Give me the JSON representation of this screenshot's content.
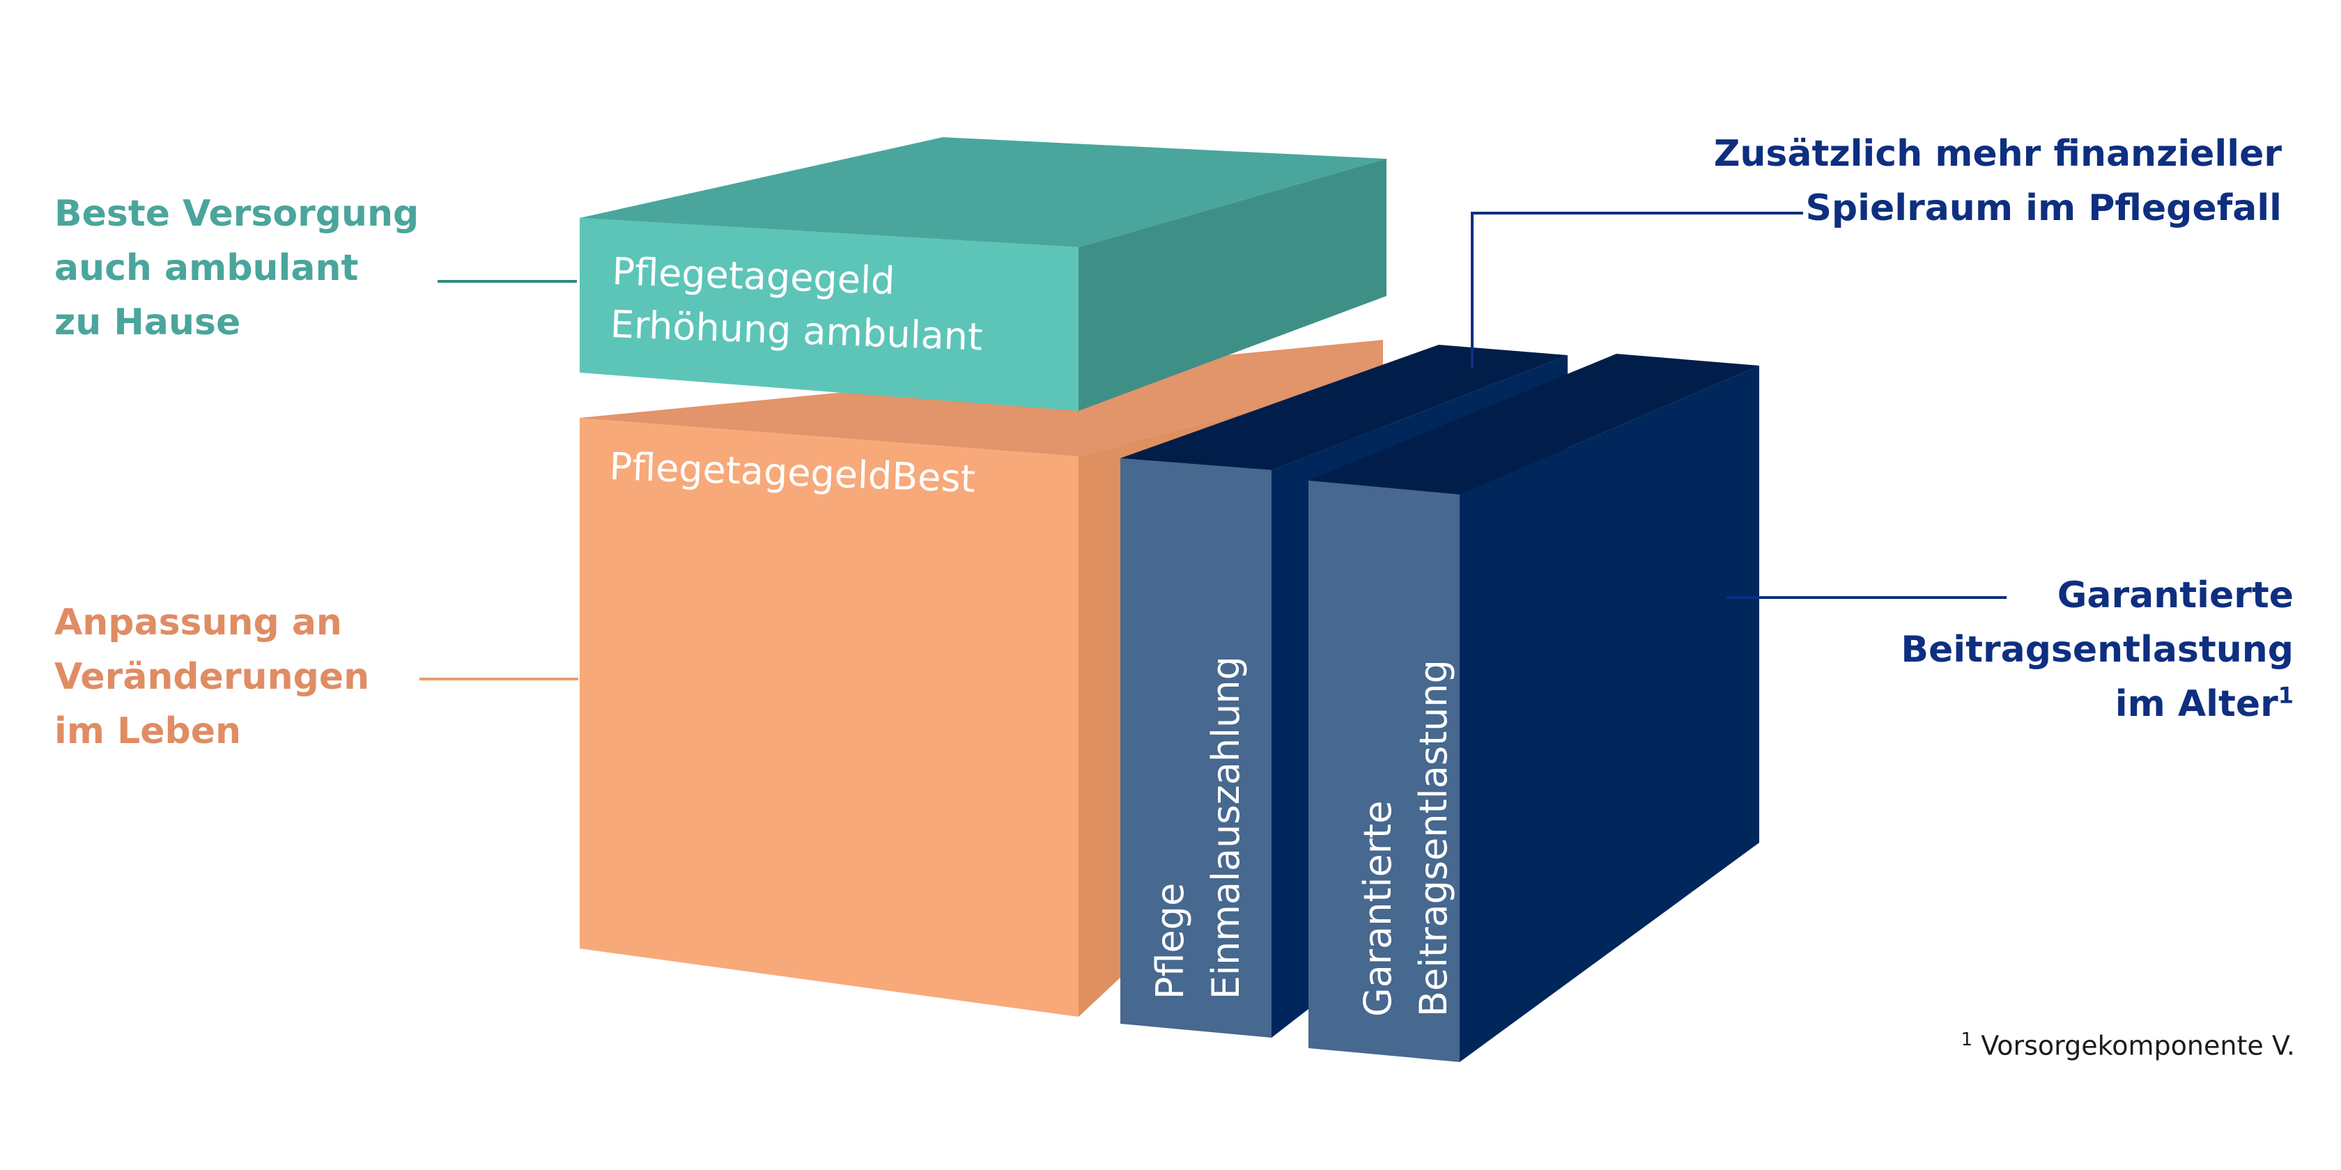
{
  "callouts": {
    "teal": {
      "lines": [
        "Beste Versorgung",
        "auch ambulant",
        "zu Hause"
      ],
      "color": "#4aa59c"
    },
    "orange": {
      "lines": [
        "Anpassung an",
        "Veränderungen",
        "im Leben"
      ],
      "color": "#e08c64"
    },
    "navy_top": {
      "lines": [
        "Zusätzlich mehr finanzieller",
        "Spielraum im Pflegefall"
      ],
      "color": "#0e2f80"
    },
    "navy_right": {
      "lines": [
        "Garantierte",
        "Beitragsentlastung",
        "im Alter"
      ],
      "sup": "1",
      "color": "#0e2f80"
    }
  },
  "blocks": {
    "teal": {
      "lines": [
        "Pflegetagegeld",
        "Erhöhung ambulant"
      ],
      "front": "#5cc5b8",
      "top": "#4aa69d",
      "side": "#3e9087"
    },
    "orange": {
      "lines": [
        "PflegetagegeldBest"
      ],
      "front": "#f7a97a",
      "top": "#e2946a",
      "side": "#df9060"
    },
    "pflege": {
      "lines": [
        "Pflege",
        "Einmalauszahlung"
      ],
      "front": "#47688f",
      "top": "#001e49",
      "side": "#00275c"
    },
    "garantiert": {
      "lines": [
        "Garantierte",
        "Beitragsentlastung"
      ],
      "front": "#47688f",
      "top": "#001e49",
      "side": "#00275c"
    }
  },
  "footnote": {
    "marker": "1",
    "text": "Vorsorgekomponente V."
  }
}
